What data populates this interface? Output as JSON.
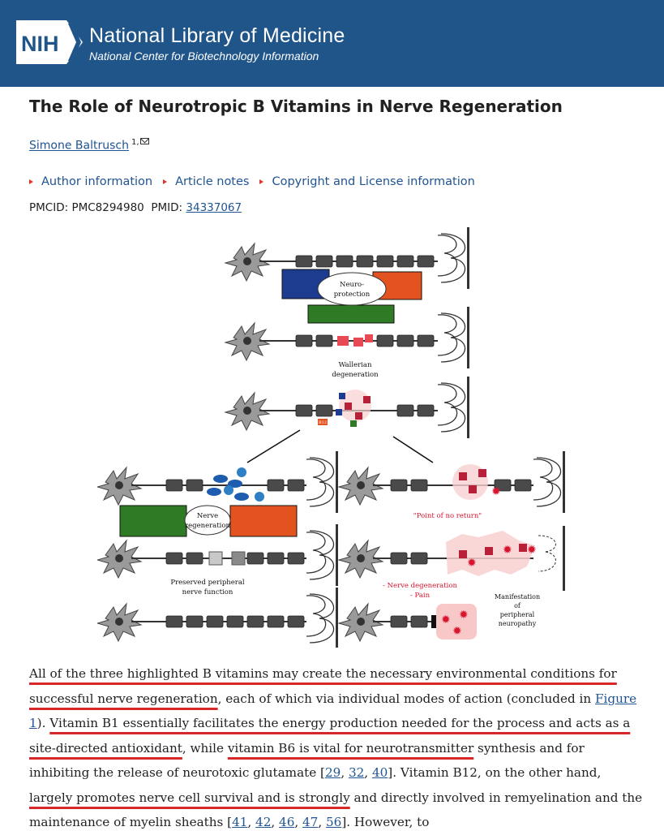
{
  "header": {
    "logo_text": "NIH",
    "title": "National Library of Medicine",
    "subtitle": "National Center for Biotechnology Information",
    "colors": {
      "bar": "#20558a"
    }
  },
  "article": {
    "title": "The Role of Neurotropic B Vitamins in Nerve Regeneration",
    "author": "Simone Baltrusch",
    "author_sup": "1,",
    "links": [
      "Author information",
      "Article notes",
      "Copyright and License information"
    ],
    "pmcid_label": "PMCID:",
    "pmcid": "PMC8294980",
    "pmid_label": "PMID:",
    "pmid": "34337067"
  },
  "figure": {
    "neuroprotection": "Neuro-\nprotection",
    "wallerian": "Wallerian\ndegeneration",
    "nerve_regeneration": "Nerve\nregeneration",
    "point_of_no_return": "\"Point of no return\"",
    "preserved": "Preserved peripheral\nnerve function",
    "nerve_degeneration": "- Nerve degeneration\n- Pain",
    "manifestation": "Manifestation\nof\nperipheral\nneuropathy",
    "b12_label": "B12"
  },
  "paragraph": {
    "s1": "All of the three highlighted B vitamins may create the necessary environmental conditions for successful nerve regeneration",
    "s2": ", each of which via individual modes of action (concluded in ",
    "fig_link": "Figure 1",
    "s3": "). ",
    "s4": "Vitamin B1 essentially facilitates the energy production needed for the process and acts as a site-directed antioxidant",
    "s5": ", while ",
    "s6": "vitamin B6 is vital for neurotransmitter",
    "s7": " synthesis and for inhibiting the release of neurotoxic glutamate [",
    "r1": "29",
    "r2": "32",
    "r3": "40",
    "s8": "]. Vitamin B12, on the other hand, ",
    "s9": "largely promotes nerve cell survival and is strongly",
    "s10": " and directly involved in remyelination and the maintenance of myelin sheaths [",
    "r4": "41",
    "r5": "42",
    "r6": "46",
    "r7": "47",
    "r8": "56",
    "s11": "]. However, to"
  }
}
